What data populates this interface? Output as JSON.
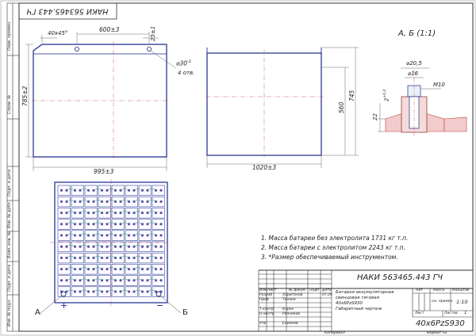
{
  "doc_number": "НАКИ 563465.443 ГЧ",
  "doc_number_mirrored": "НАКИ 563465.443 ГЧ",
  "left_strip": [
    "Перв. примен.",
    "Справ. №",
    "Подп. и дата",
    "Инв. № дубл.",
    "Взам. инв. №",
    "Подп. и дата",
    "Инв. № подл."
  ],
  "dims": {
    "chamfer": "40х45°",
    "hole_spacing": "600±3",
    "hole_offset": "25±1",
    "hole_diameter": "⌀30",
    "hole_tol": "-1",
    "hole_count": "4 отв.",
    "front_height": "785±2",
    "front_width": "995±3",
    "side_height_inner": "560",
    "side_height_outer": "745",
    "side_width": "1020±3"
  },
  "detail": {
    "title": "А, Б (1:1)",
    "d_outer": "⌀20,5",
    "d_inner": "⌀16",
    "thread": "М10",
    "chamfer": "2",
    "chamfer_tol": "+0,2",
    "height": "22"
  },
  "plan": {
    "label_a": "А",
    "label_b": "Б",
    "plus": "+",
    "minus": "−"
  },
  "notes": [
    "1. Масса батареи без электролита 1731 кг т.п.",
    "2. Масса батареи с электролитом 2243 кг т.п.",
    "3. *Размер обеспечиваемый инструментом."
  ],
  "title_block": {
    "doc_number": "НАКИ 563465.443 ГЧ",
    "name_line1": "Батарея аккумуляторная",
    "name_line2": "свинцовая тяговая",
    "name_line3": "40х6PzS930",
    "name_line4": "Габаритный чертеж",
    "col_izm": "Изм",
    "col_list": "Лист",
    "col_doc": "№ докум",
    "col_podp": "Подп",
    "col_data": "Дата",
    "roles": [
      "Разраб",
      "Пров",
      "Т.контр",
      "Н.контр",
      "Утв"
    ],
    "names": [
      "Харитонов",
      "Тонких",
      "Карон",
      "Резников",
      "Еникеев"
    ],
    "date1": "07.09",
    "lit_label": "Лит",
    "mass_label": "Масса",
    "scale_label": "Масштаб",
    "mass_value": "см. примеч.",
    "scale_value": "1:10",
    "sheet_label": "Лист",
    "sheets_label": "Листов",
    "sheets_value": "1",
    "product": "40х6PzS930",
    "copied": "Копировал",
    "format": "Формат   А3"
  }
}
